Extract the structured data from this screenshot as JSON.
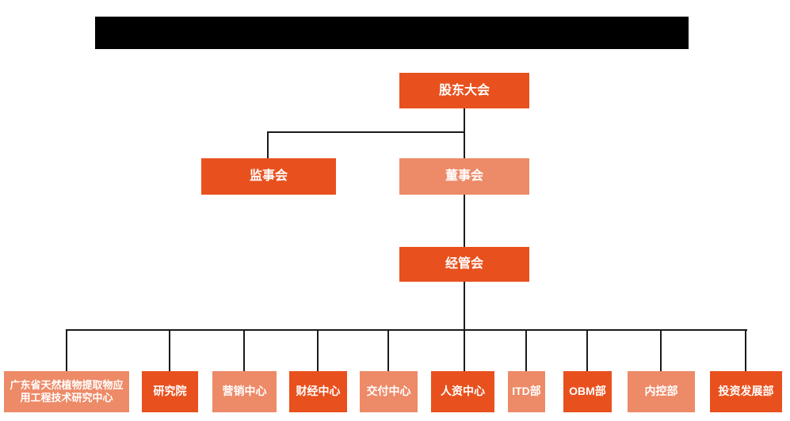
{
  "colors": {
    "primary": "#E8511E",
    "secondary": "#ED8A67",
    "line": "#1A1A1A",
    "redaction": "#000000",
    "node_text": "#FFFFFF",
    "background": "#FFFFFF"
  },
  "org_chart": {
    "levels": {
      "top": {
        "label": "股东大会"
      },
      "second": [
        {
          "id": "supervisory",
          "label": "监事会"
        },
        {
          "id": "board",
          "label": "董事会"
        }
      ],
      "third": {
        "label": "经管会"
      }
    },
    "departments": [
      {
        "label": "广东省天然植物提取物应用工程技术研究中心"
      },
      {
        "label": "研究院"
      },
      {
        "label": "营销中心"
      },
      {
        "label": "财经中心"
      },
      {
        "label": "交付中心"
      },
      {
        "label": "人资中心"
      },
      {
        "label": "ITD部"
      },
      {
        "label": "OBM部"
      },
      {
        "label": "内控部"
      },
      {
        "label": "投资发展部"
      }
    ]
  }
}
